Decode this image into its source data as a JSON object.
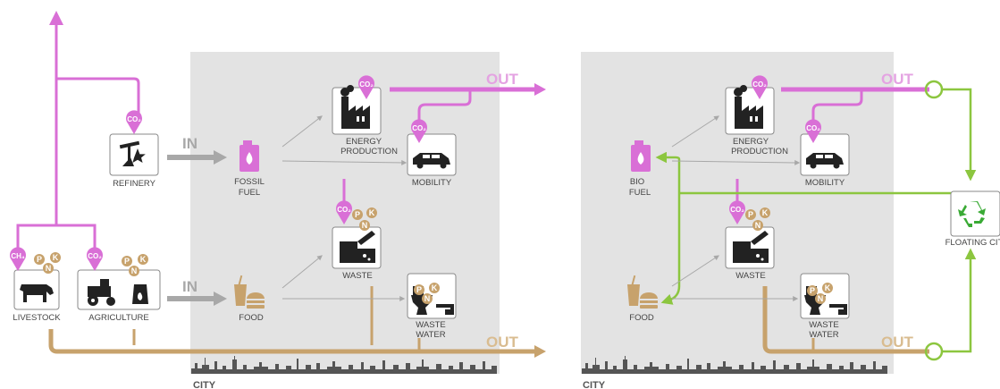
{
  "left": {
    "nodes": {
      "refinery": "REFINERY",
      "fossil_fuel_1": "FOSSIL",
      "fossil_fuel_2": "FUEL",
      "energy_1": "ENERGY",
      "energy_2": "PRODUCTION",
      "mobility": "MOBILITY",
      "waste": "WASTE",
      "waste_water_1": "WASTE",
      "waste_water_2": "WATER",
      "food": "FOOD",
      "livestock": "LIVESTOCK",
      "agriculture": "AGRICULTURE"
    },
    "in_top": "IN",
    "in_bottom": "IN",
    "out_top": "OUT",
    "out_bottom": "OUT",
    "city": "CITY"
  },
  "right": {
    "nodes": {
      "bio_fuel_1": "BIO",
      "bio_fuel_2": "FUEL",
      "energy_1": "ENERGY",
      "energy_2": "PRODUCTION",
      "mobility": "MOBILITY",
      "waste": "WASTE",
      "waste_water_1": "WASTE",
      "waste_water_2": "WATER",
      "food": "FOOD",
      "floating_city": "FLOATING CIT"
    },
    "out_top": "OUT",
    "out_bottom": "OUT",
    "city": "CITY"
  },
  "badges": {
    "co2": "CO₂",
    "ch4": "CH₄",
    "p": "P",
    "n": "N",
    "k": "K"
  },
  "colors": {
    "magenta": "#d96fd6",
    "brown": "#c7a26c",
    "green": "#8cc63f",
    "grey_flow": "#a8a8a8",
    "city_bg": "#e3e3e3",
    "recycle": "#3aaa35"
  }
}
